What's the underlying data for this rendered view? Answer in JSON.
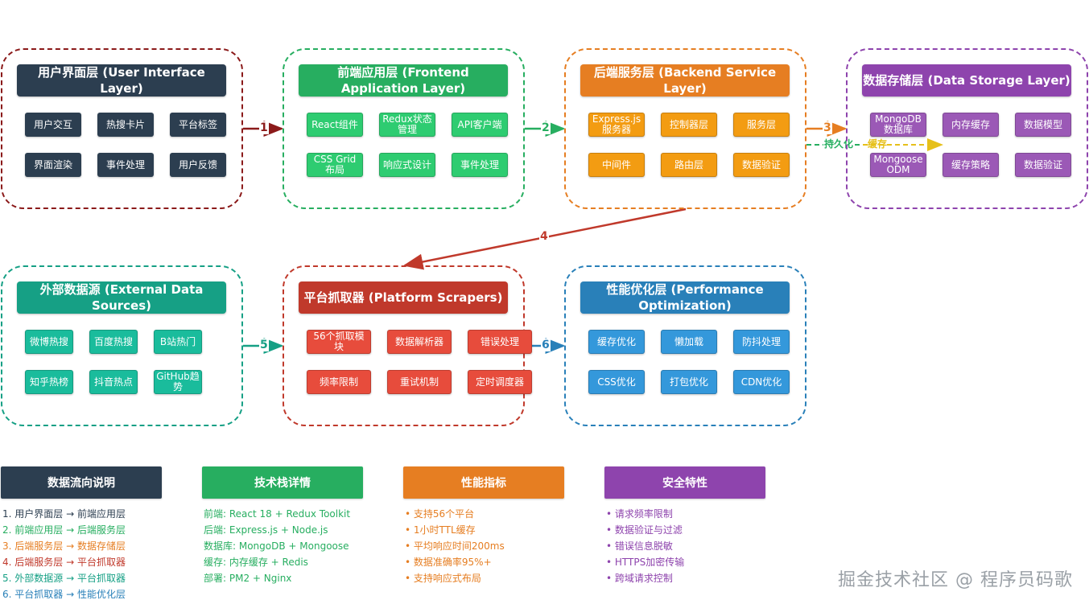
{
  "colors": {
    "ui": "#2c3e50",
    "ui_border": "#8b1a1a",
    "frontend": "#27ae60",
    "frontend_border": "#27ae60",
    "backend": "#f39c12",
    "backend_border": "#e67e22",
    "storage": "#8e44ad",
    "storage_border": "#8e44ad",
    "external": "#16a085",
    "external_border": "#16a085",
    "scrapers": "#e74c3c",
    "scrapers_border": "#c0392b",
    "performance": "#2980b9",
    "performance_border": "#2980b9"
  },
  "layers": {
    "ui": {
      "title": "用户界面层 (User Interface Layer)",
      "items": [
        "用户交互",
        "热搜卡片",
        "平台标签",
        "界面渲染",
        "事件处理",
        "用户反馈"
      ]
    },
    "frontend": {
      "title": "前端应用层 (Frontend Application Layer)",
      "items": [
        "React组件",
        "Redux状态管理",
        "API客户端",
        "CSS Grid布局",
        "响应式设计",
        "事件处理"
      ]
    },
    "backend": {
      "title": "后端服务层 (Backend Service Layer)",
      "items": [
        "Express.js服务器",
        "控制器层",
        "服务层",
        "中间件",
        "路由层",
        "数据验证"
      ]
    },
    "storage": {
      "title": "数据存储层 (Data Storage Layer)",
      "items": [
        "MongoDB数据库",
        "内存缓存",
        "数据模型",
        "Mongoose ODM",
        "缓存策略",
        "数据验证"
      ]
    },
    "external": {
      "title": "外部数据源 (External Data Sources)",
      "items": [
        "微博热搜",
        "百度热搜",
        "B站热门",
        "知乎热榜",
        "抖音热点",
        "GitHub趋势"
      ]
    },
    "scrapers": {
      "title": "平台抓取器 (Platform Scrapers)",
      "items": [
        "56个抓取模块",
        "数据解析器",
        "错误处理",
        "频率限制",
        "重试机制",
        "定时调度器"
      ]
    },
    "performance": {
      "title": "性能优化层 (Performance Optimization)",
      "items": [
        "缓存优化",
        "懒加载",
        "防抖处理",
        "CSS优化",
        "打包优化",
        "CDN优化"
      ]
    }
  },
  "edges": {
    "e1": "1",
    "e2": "2",
    "e3": "3",
    "e4": "4",
    "e5": "5",
    "e6": "6",
    "persist": "持久化",
    "cache": "缓存"
  },
  "legend": {
    "flow": {
      "title": "数据流向说明",
      "lines": [
        "1. 用户界面层 → 前端应用层",
        "2. 前端应用层 → 后端服务层",
        "3. 后端服务层 → 数据存储层",
        "4. 后端服务层 → 平台抓取器",
        "5. 外部数据源 → 平台抓取器",
        "6. 平台抓取器 → 性能优化层"
      ]
    },
    "tech": {
      "title": "技术栈详情",
      "lines": [
        "前端: React 18 + Redux Toolkit",
        "后端: Express.js + Node.js",
        "数据库: MongoDB + Mongoose",
        "缓存: 内存缓存 + Redis",
        "部署: PM2 + Nginx"
      ]
    },
    "perf": {
      "title": "性能指标",
      "lines": [
        "• 支持56个平台",
        "• 1小时TTL缓存",
        "• 平均响应时间200ms",
        "• 数据准确率95%+",
        "• 支持响应式布局"
      ]
    },
    "security": {
      "title": "安全特性",
      "lines": [
        "• 请求频率限制",
        "• 数据验证与过滤",
        "• 错误信息脱敏",
        "• HTTPS加密传输",
        "• 跨域请求控制"
      ]
    }
  },
  "watermark": "掘金技术社区 @ 程序员码歌"
}
